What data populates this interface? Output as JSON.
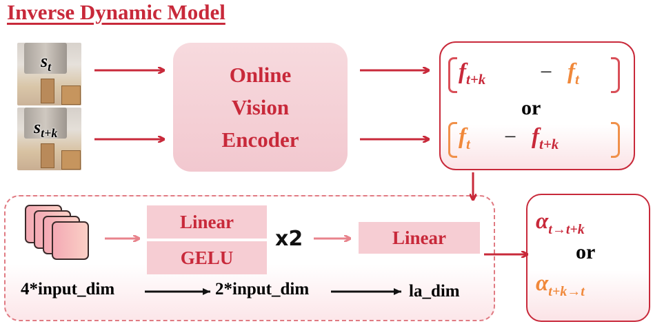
{
  "title": "Inverse Dynamic Model",
  "inputs": {
    "s_t": {
      "base": "s",
      "sub": "t"
    },
    "s_tk": {
      "base": "s",
      "sub": "t+k"
    }
  },
  "encoder": {
    "line1": "Online",
    "line2": "Vision",
    "line3": "Encoder"
  },
  "features": {
    "opt1": {
      "first": {
        "base": "f",
        "sub": "t+k"
      },
      "minus": "−",
      "second": {
        "base": "f",
        "sub": "t"
      }
    },
    "or": "or",
    "opt2": {
      "first": {
        "base": "f",
        "sub": "t"
      },
      "minus": "−",
      "second": {
        "base": "f",
        "sub": "t+k"
      }
    }
  },
  "mlp": {
    "linear1": "Linear",
    "gelu": "GELU",
    "repeat": "x2",
    "linear2": "Linear",
    "dim_in": "4*input_dim",
    "dim_mid": "2*input_dim",
    "dim_out": "la_dim"
  },
  "output": {
    "opt1": {
      "base": "α",
      "sub": "t→t+k"
    },
    "or": "or",
    "opt2": {
      "base": "α",
      "sub": "t+k→t"
    }
  },
  "colors": {
    "red": "#c8293a",
    "orange": "#f0883a",
    "pink_fill": "#f6cdd3",
    "arrow": "#c8293a"
  }
}
